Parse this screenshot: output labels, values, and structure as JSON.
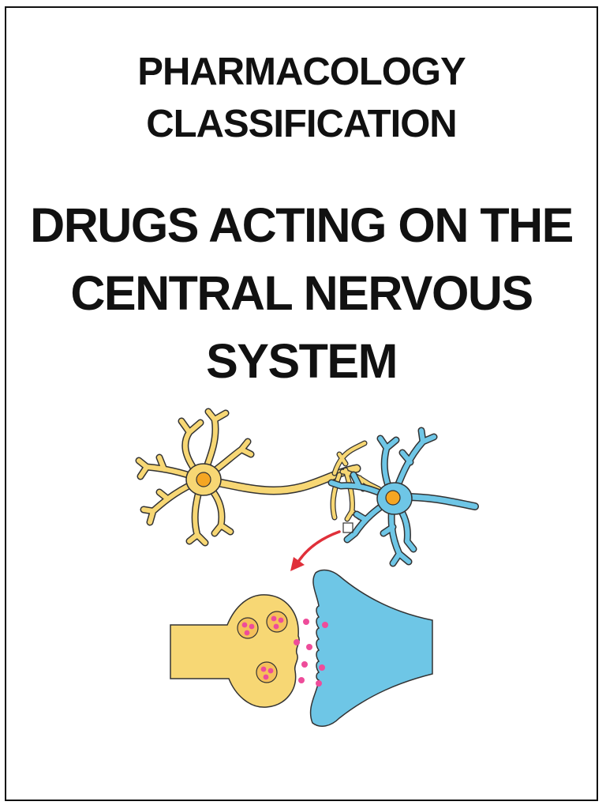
{
  "cover": {
    "subtitle_lines": [
      "PHARMACOLOGY",
      "CLASSIFICATION"
    ],
    "title_lines": [
      "DRUGS ACTING ON THE",
      "CENTRAL NERVOUS",
      "SYSTEM"
    ]
  },
  "illustration": {
    "colors": {
      "presynaptic_neuron": "#F7D774",
      "postsynaptic_neuron": "#6EC6E6",
      "nucleus": "#F5A623",
      "neurotransmitter": "#EE4C9A",
      "arrow": "#E0303A",
      "outline": "#333333"
    }
  }
}
